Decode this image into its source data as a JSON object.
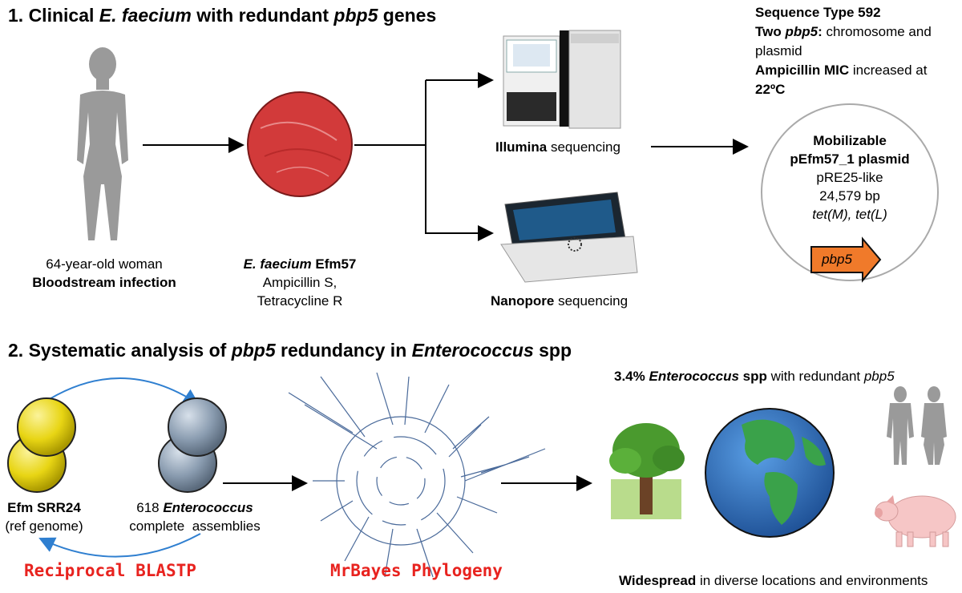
{
  "section1": {
    "title_parts": [
      "1. Clinical ",
      "E. faecium",
      " with redundant ",
      "pbp5",
      " genes"
    ],
    "patient": {
      "line1": "64-year-old woman",
      "line2": "Bloodstream infection"
    },
    "strain": {
      "name_italic": "E. faecium",
      "name_rest": " Efm57",
      "line2": "Ampicillin S,",
      "line3": "Tetracycline R"
    },
    "illumina": {
      "bold": "Illumina",
      "rest": " sequencing"
    },
    "nanopore": {
      "bold": "Nanopore",
      "rest": " sequencing"
    },
    "summary": {
      "line1": "Sequence Type 592",
      "line2_bold1": "Two ",
      "line2_ital": "pbp5",
      "line2_bold2": ":",
      "line2_rest": " chromosome and",
      "line3": "plasmid",
      "line4_bold": "Ampicillin MIC",
      "line4_rest": " increased at",
      "line5": "22ºC"
    },
    "plasmid": {
      "line1": "Mobilizable",
      "line2": "pEfm57_1 plasmid",
      "line3": "pRE25-like",
      "line4": "24,579 bp",
      "line5": "tet(M), tet(L)",
      "gene": "pbp5"
    }
  },
  "section2": {
    "title_parts": [
      "2. Systematic analysis of ",
      "pbp5",
      " redundancy in ",
      "Enterococcus",
      " spp"
    ],
    "ref": {
      "line1": "Efm SRR24",
      "line2": "(ref genome)"
    },
    "assemblies": {
      "line1_num": "618 ",
      "line1_ital": "Enterococcus",
      "line2": "complete  assemblies"
    },
    "blast_label": "Reciprocal BLASTP",
    "mrbayes_label": "MrBayes Phylogeny",
    "result": {
      "bold1": "3.4% ",
      "ital_bold": "Enterococcus",
      "bold2": " spp",
      "rest": " with redundant ",
      "ital": "pbp5"
    },
    "widespread": {
      "bold": "Widespread",
      "rest": " in diverse locations and environments"
    }
  },
  "colors": {
    "petri": "#d23a3a",
    "coccus_yellow": "#e8d514",
    "coccus_grey": "#8a9cb0",
    "blast_arrow": "#2f7fd0",
    "mono_red": "#e8231f",
    "gene_arrow": "#f07a2a",
    "silhouette": "#9a9a9a",
    "tree": "#4a6a9a",
    "earth_ocean": "#2a6fbf",
    "earth_land": "#3aa24a"
  },
  "icons": [
    "woman-silhouette-icon",
    "petri-dish-icon",
    "illumina-sequencer-icon",
    "nanopore-sequencer-icon",
    "plasmid-icon",
    "coccus-yellow-icon",
    "coccus-grey-icon",
    "phylogeny-tree-icon",
    "oak-tree-icon",
    "earth-globe-icon",
    "human-silhouettes-icon",
    "pig-icon"
  ]
}
